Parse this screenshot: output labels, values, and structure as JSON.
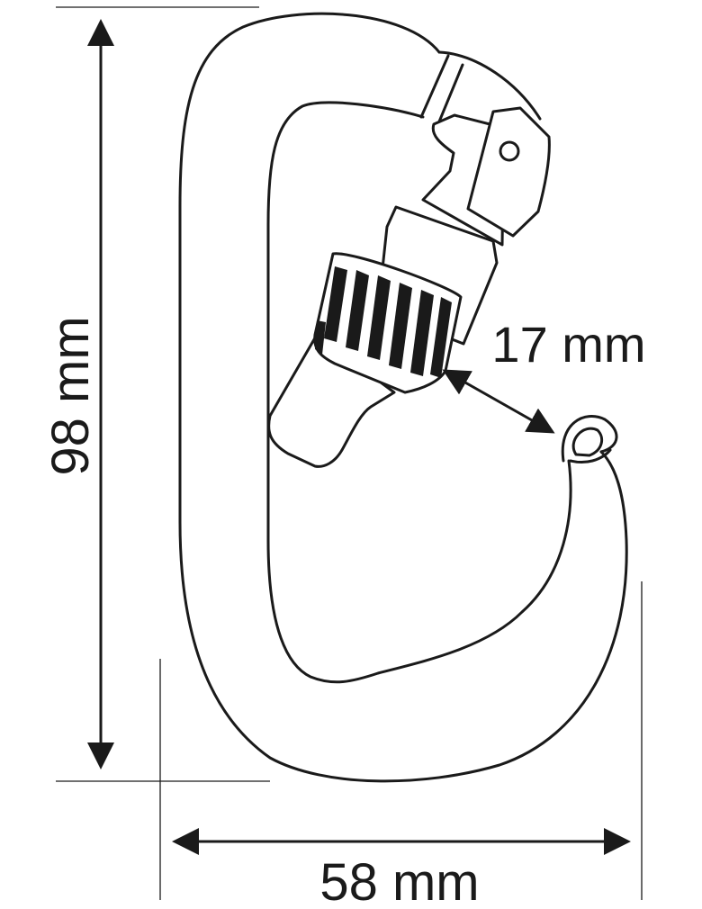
{
  "diagram": {
    "dimensions": {
      "height": "98 mm",
      "width": "58 mm",
      "gate_opening": "17 mm"
    }
  },
  "colors": {
    "stroke": "#1a1a1a",
    "background": "#ffffff"
  }
}
